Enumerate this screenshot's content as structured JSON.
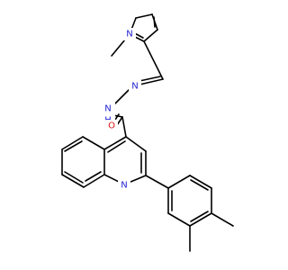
{
  "molecule": {
    "atom_labels": {
      "pyrrole_n": "N",
      "hydrazone_n1": "N",
      "hydrazone_n2": "N",
      "hydrazone_h": "H",
      "carbonyl_o": "O",
      "quinoline_n": "N"
    },
    "colors": {
      "bond": "#000000",
      "nitrogen": "#1f1fd0",
      "oxygen": "#e01010",
      "background": "#ffffff"
    }
  }
}
